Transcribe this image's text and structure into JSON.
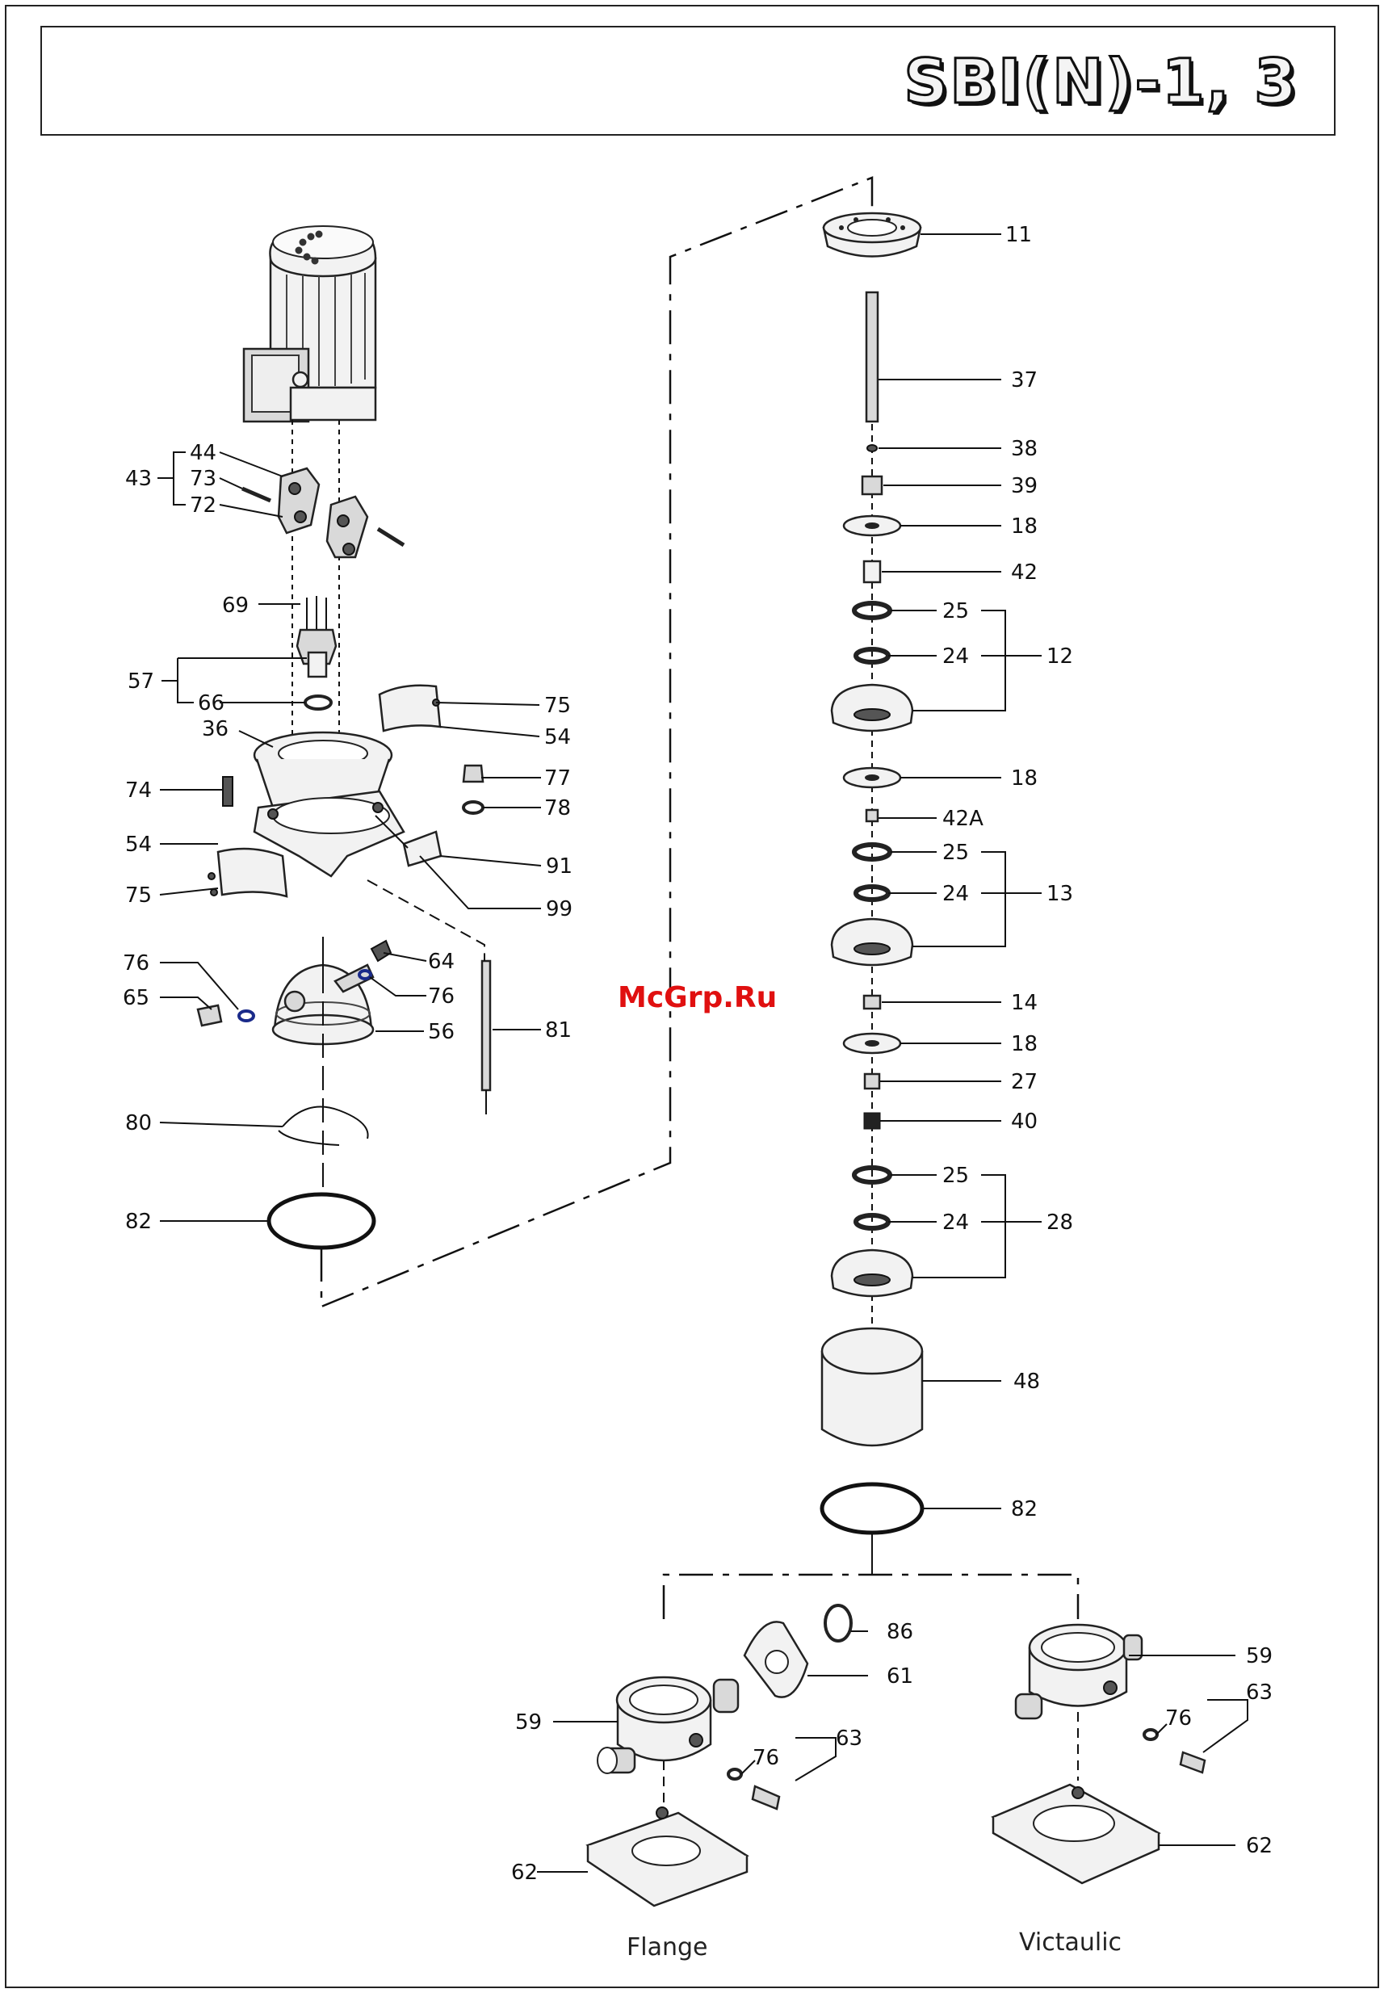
{
  "title": "SBI(N)-1, 3",
  "watermark": "McGrp.Ru",
  "captions": {
    "flange": "Flange",
    "victaulic": "Victaulic"
  },
  "left_labels": {
    "p43": "43",
    "p44": "44",
    "p73": "73",
    "p72": "72",
    "p69": "69",
    "p57": "57",
    "p66": "66",
    "p36": "36",
    "p74": "74",
    "p54a": "54",
    "p75a": "75",
    "p75b": "75",
    "p54b": "54",
    "p77": "77",
    "p78": "78",
    "p91": "91",
    "p99": "99",
    "p76a": "76",
    "p65": "65",
    "p64": "64",
    "p76b": "76",
    "p56": "56",
    "p81": "81",
    "p80": "80",
    "p82": "82"
  },
  "right_labels": {
    "p11": "11",
    "p37": "37",
    "p38": "38",
    "p39": "39",
    "p18a": "18",
    "p42": "42",
    "p25a": "25",
    "p24a": "24",
    "p12": "12",
    "p18b": "18",
    "p42a": "42A",
    "p25b": "25",
    "p24b": "24",
    "p13": "13",
    "p14": "14",
    "p18c": "18",
    "p27": "27",
    "p40": "40",
    "p25c": "25",
    "p24c": "24",
    "p28": "28",
    "p48": "48",
    "p82": "82"
  },
  "bottom_labels": {
    "p86": "86",
    "p61": "61",
    "p59a": "59",
    "p76a": "76",
    "p63a": "63",
    "p62a": "62",
    "p59b": "59",
    "p76b": "76",
    "p63b": "63",
    "p62b": "62"
  }
}
